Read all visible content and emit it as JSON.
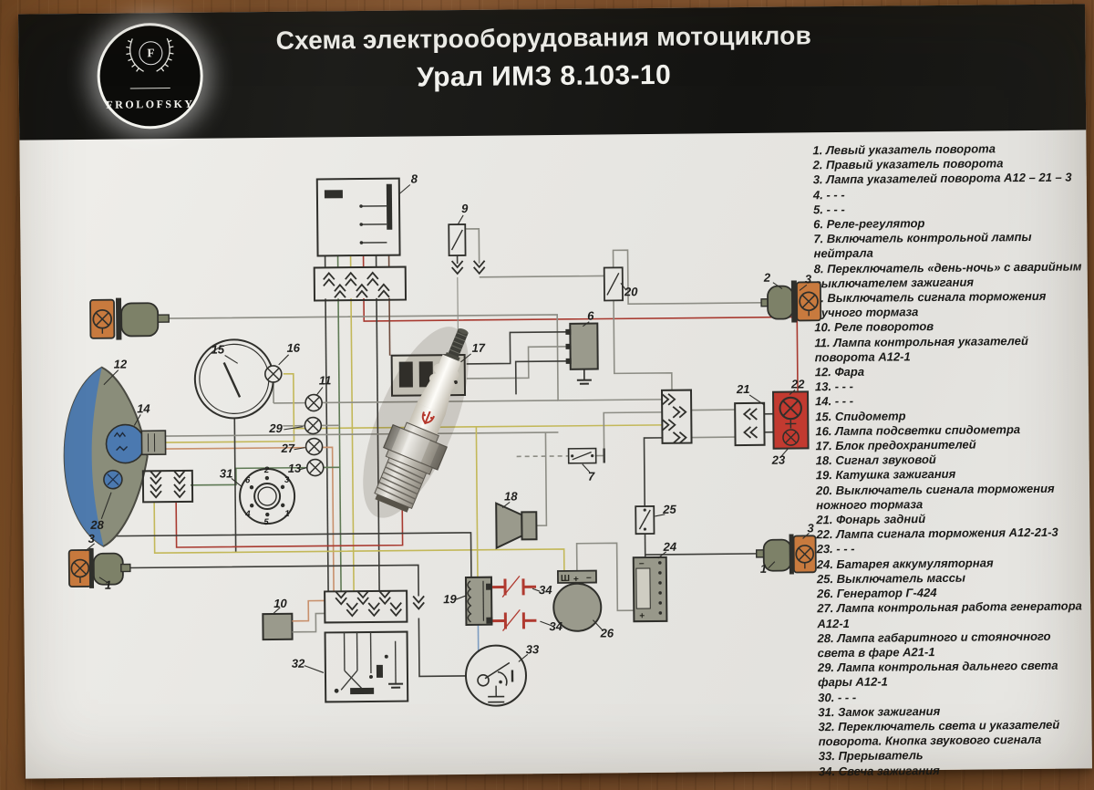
{
  "poster": {
    "header": {
      "title_line1": "Схема электрооборудования мотоциклов",
      "title_line2": "Урал ИМЗ 8.103-10",
      "logo_initial": "F",
      "logo_brand": "FROLOFSKY"
    },
    "legend": {
      "items": [
        "1. Левый указатель поворота",
        "2. Правый указатель поворота",
        "3. Лампа указателей поворота А12 – 21 – 3",
        "4. - - -",
        "5. - - -",
        "6. Реле-регулятор",
        "7. Включатель контрольной лампы нейтрала",
        "8. Переключатель «день-ночь» с аварийным выключателем зажигания",
        "9. Выключатель сигнала торможения ручного тормаза",
        "10. Реле поворотов",
        "11. Лампа контрольная указателей поворота А12-1",
        "12. Фара",
        "13. - - -",
        "14. - - -",
        "15. Спидометр",
        "16. Лампа подсветки спидометра",
        "17. Блок предохранителей",
        "18. Сигнал звуковой",
        "19. Катушка зажигания",
        "20. Выключатель сигнала торможения ножного тормаза",
        "21. Фонарь задний",
        "22. Лампа сигнала торможения А12-21-3",
        "23. - - -",
        "24. Батарея аккумуляторная",
        "25. Выключатель массы",
        "26. Генератор Г-424",
        "27. Лампа контрольная работа генератора А12-1",
        "28. Лампа габаритного и стояночного света в фаре А21-1",
        "29. Лампа контрольная дальнего света фары А12-1",
        "30. - - -",
        "31. Замок зажигания",
        "32. Переключатель света и указателей поворота. Кнопка звукового сигнала",
        "33. Прерыватель",
        "34. Свеча зажигания"
      ]
    },
    "diagram": {
      "labels": {
        "n8": "8",
        "n9": "9",
        "n20": "20",
        "n2": "2",
        "n3_front_right": "3",
        "n6": "6",
        "n15": "15",
        "n16": "16",
        "n11": "11",
        "n29": "29",
        "n27": "27",
        "n13": "13",
        "n12": "12",
        "n14": "14",
        "n28": "28",
        "n31": "31",
        "n17": "17",
        "n7": "7",
        "n21": "21",
        "n22": "22",
        "n23": "23",
        "n18": "18",
        "n25": "25",
        "n24": "24",
        "n26": "26",
        "n19": "19",
        "n34_top": "34",
        "n34_bottom": "34",
        "n33": "33",
        "n10": "10",
        "n32": "32",
        "n1_rear_left": "1",
        "n3_rear_left": "3",
        "n1_rear_right": "1",
        "n3_rear_right": "3"
      },
      "ignition_terminals": {
        "t1": "1",
        "t2": "2",
        "t3": "3",
        "t4": "4",
        "t5": "5",
        "t6": "6"
      },
      "battery": {
        "minus": "−",
        "plus": "+"
      },
      "generator": {
        "sh": "Ш",
        "plus": "+",
        "minus": "−"
      }
    }
  },
  "colors": {
    "wood": "#8a5a33",
    "band": "#161614",
    "paper": "#e9e8e4",
    "wire_dark": "#3c3c38",
    "wire_gray": "#8d8d85",
    "wire_yellow": "#c3b859",
    "wire_red": "#a83a30",
    "wire_salmon": "#c8906c",
    "wire_green": "#5f7a55",
    "wire_brown": "#6e4b3c",
    "wire_blue": "#7d9cc0",
    "lamp_orange": "#c87a3e",
    "rear_red": "#c23a30",
    "headlight_blue": "#4b79b0",
    "component_gray": "#9a9a8c"
  }
}
